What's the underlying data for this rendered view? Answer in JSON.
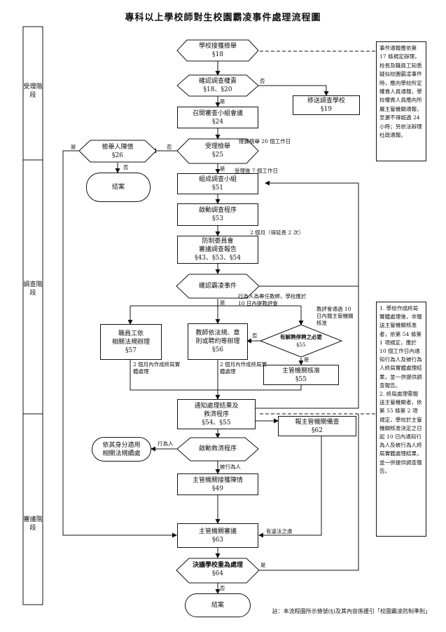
{
  "title": "專科以上學校師對生校園霸凌事件處理流程圖",
  "stages": [
    "受理階段",
    "調查階段",
    "審議階段"
  ],
  "nodes": {
    "receive": [
      "學校接獲檢舉",
      "§18"
    ],
    "confirm_authority": [
      "確認調查權責",
      "§18、§20"
    ],
    "transfer": [
      "移送調查學校",
      "§19"
    ],
    "convene": [
      "召開審查小組會議",
      "§24"
    ],
    "accept": [
      "受理檢舉",
      "§25"
    ],
    "informant": [
      "檢舉人陳情",
      "§26"
    ],
    "end_top": "結案",
    "form_team": [
      "組成調查小組",
      "§51"
    ],
    "start_investigation": [
      "啟動調查程序",
      "§53"
    ],
    "committee": [
      "防制委員會",
      "審議調查報告",
      "§43、§53、§54"
    ],
    "confirm_bullying": "確認霸凌事件",
    "staff": [
      "職員工依",
      "相關法規辦理",
      "§57"
    ],
    "teacher": [
      "教師依法規、章",
      "則或聘約等辦理",
      "§56"
    ],
    "suspend": [
      "有解聘停聘之必要",
      "§55"
    ],
    "authority_approve": [
      "主管機關核准",
      "§55"
    ],
    "notify": [
      "通知處理結果及",
      "救濟程序",
      "§54、§55"
    ],
    "report": [
      "報主管機關備查",
      "§62"
    ],
    "relief": "啟動救濟程序",
    "identity": [
      "依其身分適用",
      "相關法規續處"
    ],
    "receive_appeal": [
      "主管機關接獲陳情",
      "§49"
    ],
    "review": [
      "主管機關審議",
      "§63"
    ],
    "redo": [
      "決議學校重為處理",
      "§64"
    ],
    "end_bottom": "結案"
  },
  "edge_labels": {
    "no1": "否",
    "yes1": "是",
    "no2": "否",
    "yes2": "是",
    "no3": "否",
    "yes3": "是",
    "accept_days": "接獲檢舉 20 個工作日",
    "team_days": "受理後 7 個工作日",
    "two_months": "2 個月（得延長 2 次）",
    "teacher_note": "行為人為專任教師，學校應於 10 日內提教評會",
    "yes4": "是",
    "no4": "否",
    "yes5": "是",
    "eval_note": "教評會通過 10 日內報主管機關核准",
    "staff_note": "2 個月內作成終局實體處理",
    "teacher_note2": "2 個月內作成終局實體處理",
    "actor": "行為人",
    "victim": "被行為人",
    "violation": "有違法之虞",
    "yes6": "是",
    "no6": "否"
  },
  "side_note_top": "事件通報應依第 17 條規定辦理，校長及職員工知悉疑似校園霸凌事件時，應向學校所定權責人員通報，學校權責人員應向所屬主管機關通報，至遲不得超過 24 小時；另依法辦理社政通報。",
  "side_note_bottom": {
    "item1": "1. 學校作成終局實體處理後，非報送主管機關核准者，依第 54 條第 1 項規定，應於 10 個工作日內通知行為人及被行為人終局實體處理結果，並一併提供調查報告。",
    "item2": "2. 終局處理需報送主管機關者，依第 55 條第 2 項規定，學校於主管機關核准決定之日起 10 日內通知行為人及被行為人終局實體處理結果，並一併提供調查報告。"
  },
  "footnote": "註：本流程圖所示條號(§)及其內容係援引「校園霸凌防制準則」"
}
